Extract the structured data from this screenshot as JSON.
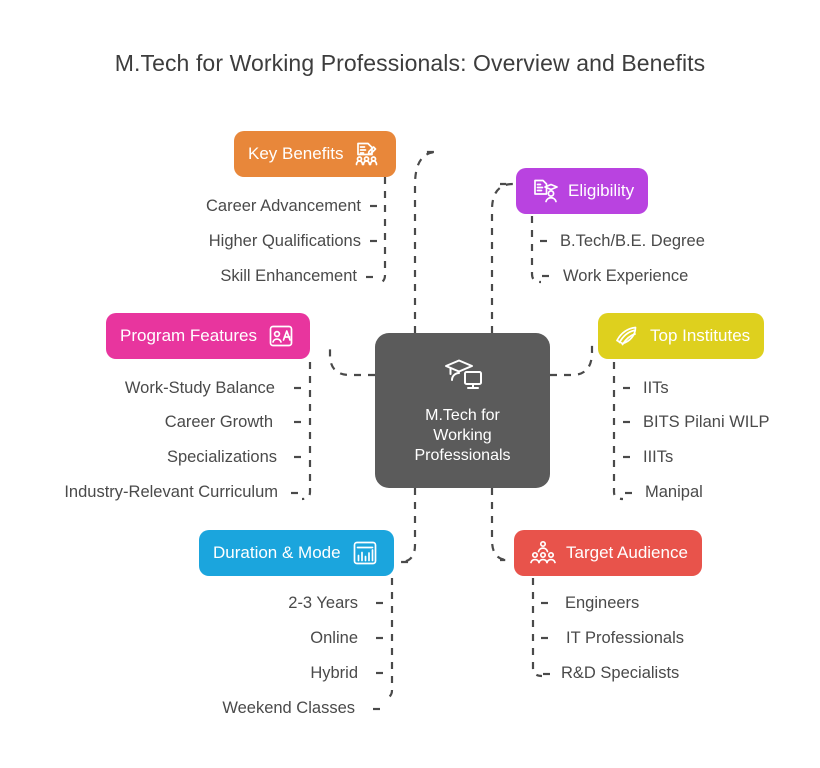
{
  "page": {
    "title": "M.Tech for Working Professionals: Overview and Benefits",
    "background": "#ffffff",
    "text_color": "#4a4a4a"
  },
  "center": {
    "label": "M.Tech for Working Professionals",
    "label_lines": [
      "M.Tech for",
      "Working",
      "Professionals"
    ],
    "icon": "graduation-cap-monitor-icon",
    "color": "#5b5b5b"
  },
  "branches": [
    {
      "id": "key-benefits",
      "label": "Key Benefits",
      "color": "#e8873a",
      "icon": "document-pen-people-icon",
      "icon_side": "right",
      "items": [
        "Career Advancement",
        "Higher Qualifications",
        "Skill Enhancement"
      ]
    },
    {
      "id": "eligibility",
      "label": "Eligibility",
      "color": "#b943e0",
      "icon": "document-graduate-icon",
      "icon_side": "left",
      "items": [
        "B.Tech/B.E. Degree",
        "Work Experience"
      ]
    },
    {
      "id": "program-features",
      "label": "Program Features",
      "color": "#e8359e",
      "icon": "person-letter-a-icon",
      "icon_side": "right",
      "items": [
        "Work-Study Balance",
        "Career Growth",
        "Specializations",
        "Industry-Relevant Curriculum"
      ]
    },
    {
      "id": "top-institutes",
      "label": "Top Institutes",
      "color": "#ded01e",
      "icon": "open-book-icon",
      "icon_side": "left",
      "items": [
        "IITs",
        "BITS Pilani WILP",
        "IIITs",
        "Manipal"
      ]
    },
    {
      "id": "duration-mode",
      "label": "Duration & Mode",
      "color": "#1ba5dd",
      "icon": "bar-chart-icon",
      "icon_side": "right",
      "items": [
        "2-3 Years",
        "Online",
        "Hybrid",
        "Weekend Classes"
      ]
    },
    {
      "id": "target-audience",
      "label": "Target Audience",
      "color": "#e8534b",
      "icon": "people-group-icon",
      "icon_side": "left",
      "items": [
        "Engineers",
        "IT Professionals",
        "R&D Specialists"
      ]
    }
  ]
}
